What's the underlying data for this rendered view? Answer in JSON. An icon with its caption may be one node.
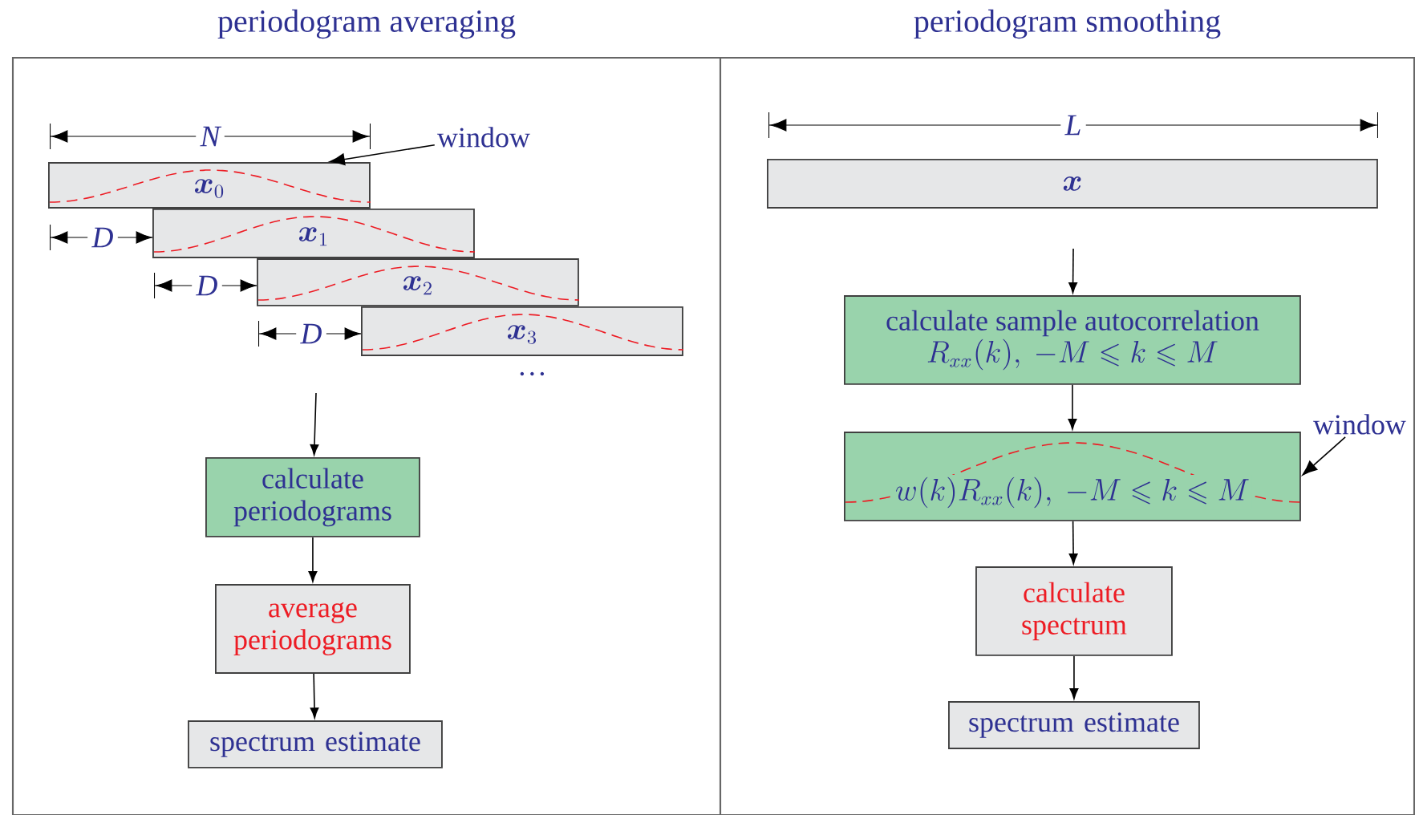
{
  "diagram": {
    "nodes": [
      {
        "text": [
          "periodogram averaging"
        ]
      },
      {
        "text": [
          "periodogram smoothing"
        ]
      },
      {
        "text": [
          "\\boldsymbol{x}_0"
        ],
        "in": 0
      },
      {
        "text": [
          "\\boldsymbol{x}_1"
        ],
        "in": 0
      },
      {
        "text": [
          "\\boldsymbol{x}_2"
        ],
        "in": 0
      },
      {
        "text": [
          "\\boldsymbol{x}_3"
        ],
        "in": 0
      },
      {
        "text": [
          "calculate periodograms"
        ],
        "in": 0
      },
      {
        "text": [
          "average periodograms"
        ],
        "in": 0
      },
      {
        "text": [
          "spectrum estimate"
        ],
        "in": 0
      },
      {
        "text": [
          "window"
        ],
        "in": 0
      },
      {
        "text": [
          "\\boldsymbol{x}"
        ],
        "in": 1
      },
      {
        "text": [
          "calculate sample autocorrelation",
          "R_{xx}(k),\\ -M \\leqslant k \\leqslant M"
        ],
        "in": 1
      },
      {
        "text": [
          "w(k)R_{xx}(k),\\ -M \\leqslant k \\leqslant M"
        ],
        "in": 1
      },
      {
        "text": [
          "calculate spectrum"
        ],
        "in": 1
      },
      {
        "text": [
          "spectrum estimate"
        ],
        "in": 1
      },
      {
        "text": [
          "window"
        ],
        "in": 1
      }
    ],
    "edges": [
      {
        "from": null,
        "to": 6,
        "arrow": "to"
      },
      {
        "from": 6,
        "to": 7,
        "arrow": "to"
      },
      {
        "from": 7,
        "to": 8,
        "arrow": "to"
      },
      {
        "from": 9,
        "to": 2,
        "arrow": "to"
      },
      {
        "from": null,
        "to": 11,
        "arrow": "to"
      },
      {
        "from": 11,
        "to": 12,
        "arrow": "to"
      },
      {
        "from": 12,
        "to": 13,
        "arrow": "to"
      },
      {
        "from": 13,
        "to": 14,
        "arrow": "to"
      },
      {
        "from": 15,
        "to": 12,
        "arrow": "to"
      }
    ],
    "labels": [
      "N",
      "D",
      "D",
      "D",
      "…",
      "L"
    ]
  }
}
